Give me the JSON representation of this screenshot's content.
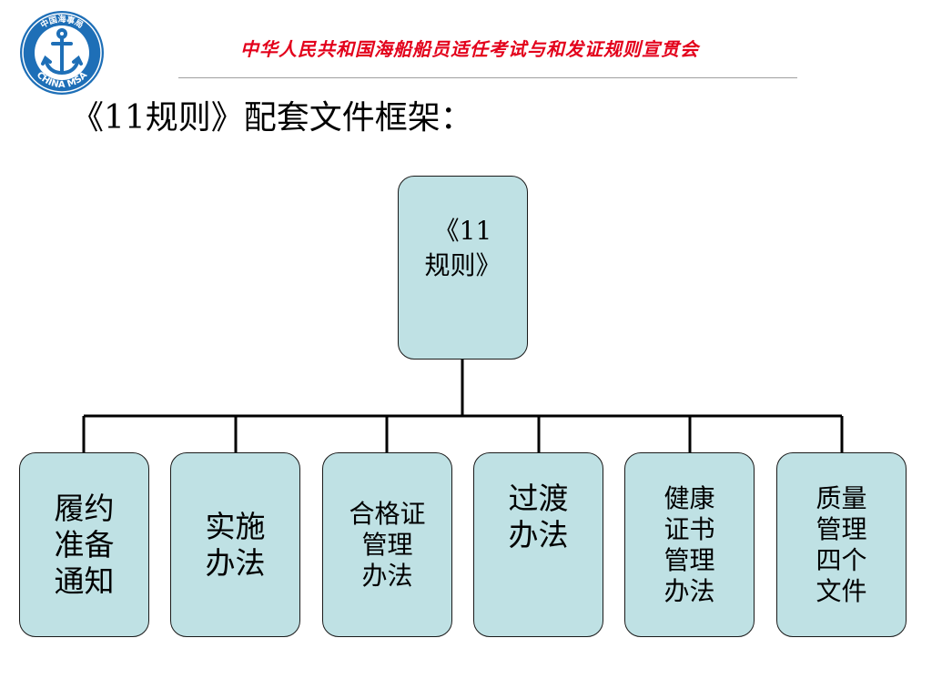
{
  "header": {
    "logo": {
      "icon": "china-msa-anchor-emblem-icon",
      "text_top": "中国海事局",
      "text_bottom": "CHINA MSA"
    },
    "title": "中华人民共和国海船船员适任考试与和发证规则宣贯会"
  },
  "page_title": "《11规则》配套文件框架：",
  "diagram": {
    "root": {
      "label": "《11\n规则》"
    },
    "children": [
      {
        "label": "履约\n准备\n通知"
      },
      {
        "label": "实施\n办法"
      },
      {
        "label": "合格证\n管理\n办法"
      },
      {
        "label": "过渡\n办法"
      },
      {
        "label": "健康\n证书\n管理\n办法"
      },
      {
        "label": "质量\n管理\n四个\n文件"
      }
    ]
  },
  "colors": {
    "node_fill": "#bfe1e4",
    "header_text": "#e3001b",
    "logo_blue": "#1e6fb7"
  }
}
